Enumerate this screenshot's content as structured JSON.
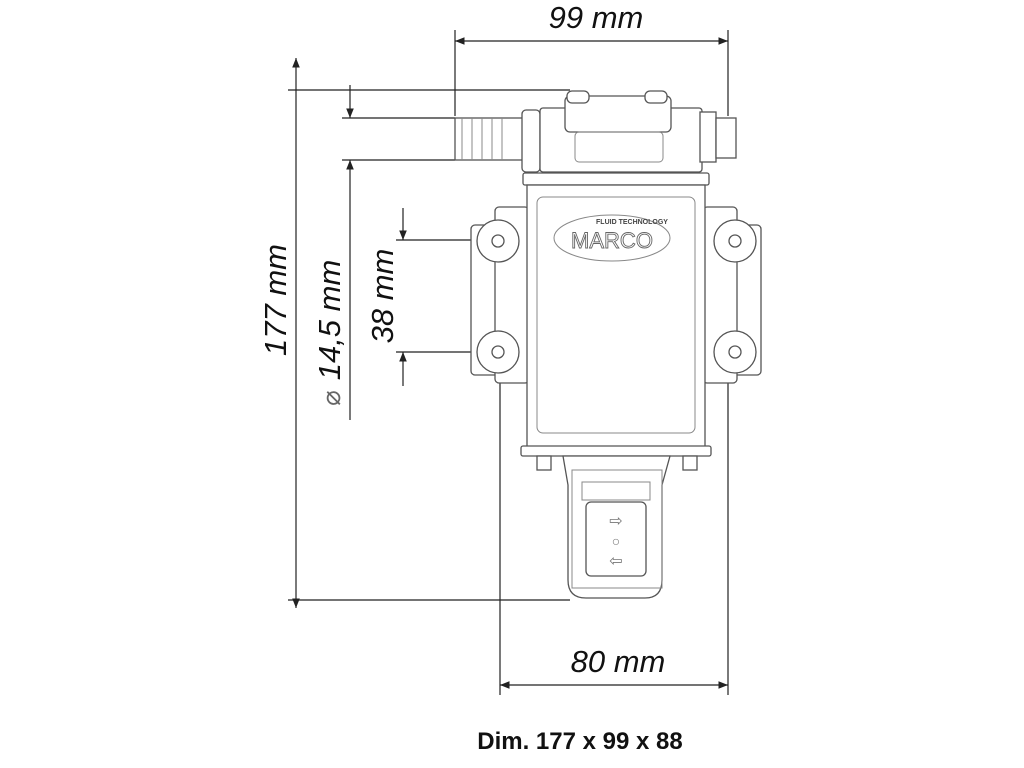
{
  "dimensions": {
    "width_top": "99 mm",
    "height_total": "177 mm",
    "hose_diameter_symbol": "⌀",
    "hose_diameter": "14,5 mm",
    "mount_spacing": "38 mm",
    "width_base": "80 mm"
  },
  "logo": {
    "brand": "MARCO",
    "tagline": "FLUID TECHNOLOGY"
  },
  "switch_symbols": [
    "⇨",
    "○",
    "⇦"
  ],
  "caption": "Dim. 177 x 99 x 88"
}
